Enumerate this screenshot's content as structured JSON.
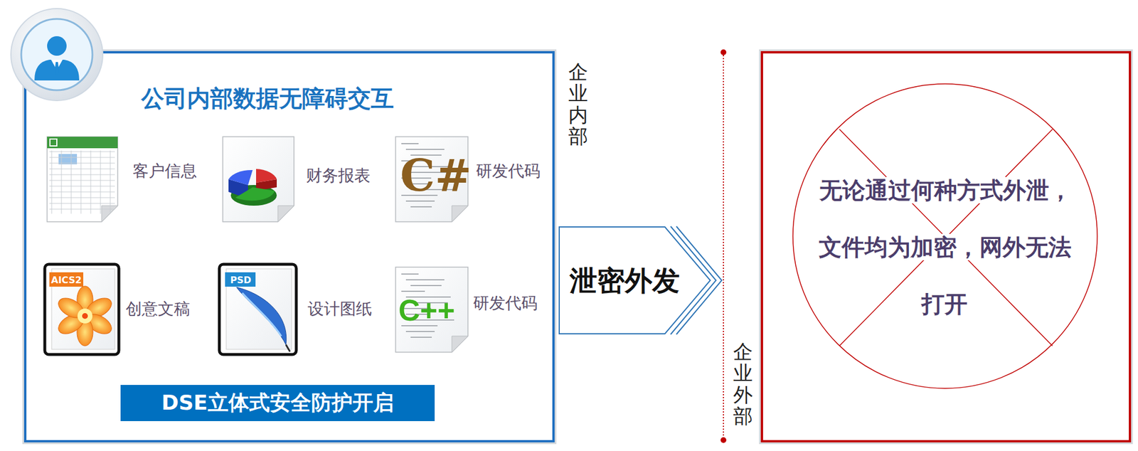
{
  "diagram": {
    "nodes": [
      {
        "text": [
          "公司内部数据无障碍交互"
        ]
      },
      {
        "text": [
          "DSE立体式安全防护开启"
        ],
        "in": 0
      },
      {
        "text": [
          "泄密外发"
        ]
      },
      {
        "text": [
          "无论通过何种方式外泄，文件均为加密，网外无法打开"
        ]
      }
    ],
    "labels": [
      "客户信息",
      "财务报表",
      "C#",
      "研发代码",
      "AICS2",
      "创意文稿",
      "PSD",
      "设计图纸",
      "C++",
      "研发代码",
      "企业内部",
      "企业外部"
    ]
  }
}
